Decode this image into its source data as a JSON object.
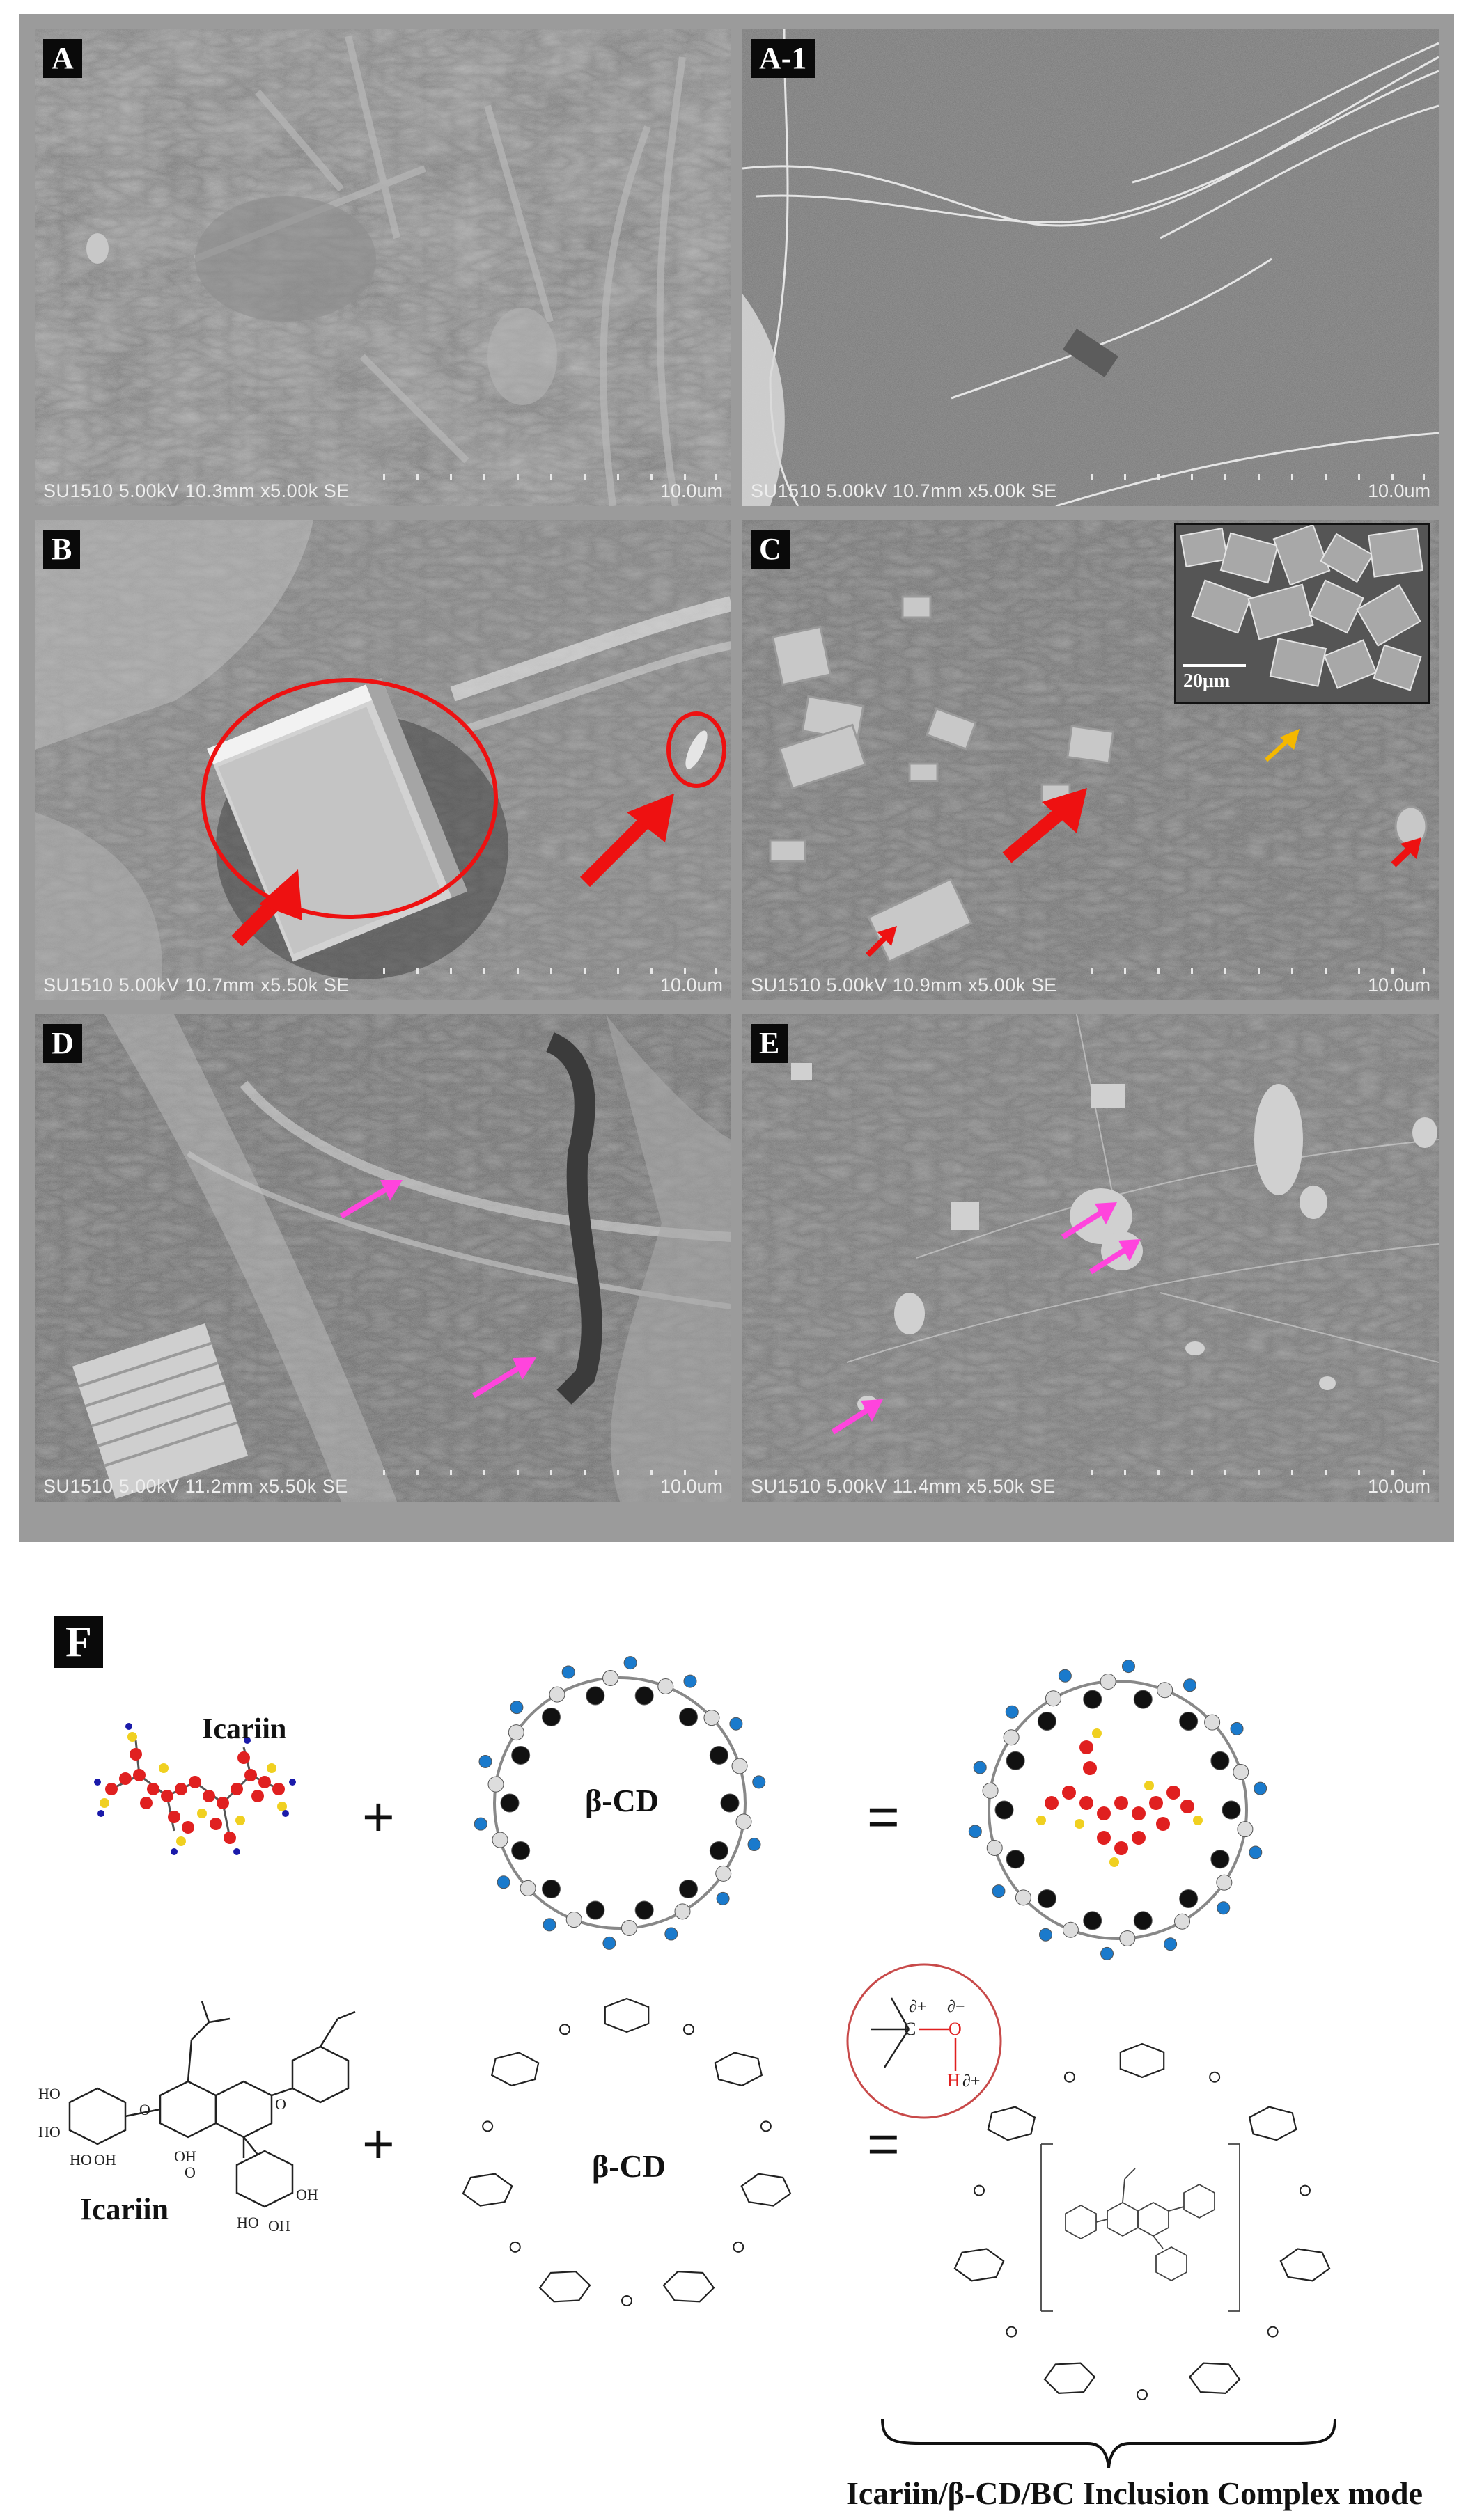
{
  "panels": {
    "A": {
      "label": "A",
      "caption": "SU1510 5.00kV 10.3mm x5.00k SE",
      "scale": "10.0um"
    },
    "A1": {
      "label": "A-1",
      "caption": "SU1510 5.00kV 10.7mm x5.00k SE",
      "scale": "10.0um"
    },
    "B": {
      "label": "B",
      "caption": "SU1510 5.00kV 10.7mm x5.50k SE",
      "scale": "10.0um"
    },
    "C": {
      "label": "C",
      "caption": "SU1510 5.00kV 10.9mm x5.00k SE",
      "scale": "10.0um",
      "inset_scale": "20μm"
    },
    "D": {
      "label": "D",
      "caption": "SU1510 5.00kV 11.2mm x5.50k SE",
      "scale": "10.0um"
    },
    "E": {
      "label": "E",
      "caption": "SU1510 5.00kV 11.4mm x5.50k SE",
      "scale": "10.0um"
    }
  },
  "panel_f": {
    "label": "F",
    "icariin_3d": "Icariin",
    "betacd_3d": "β-CD",
    "plus": "+",
    "equals": "=",
    "icariin_2d": "Icariin",
    "betacd_2d": "β-CD",
    "partial_charge": {
      "delta_plus_c": "∂+",
      "delta_minus_o": "∂−",
      "o": "O",
      "h": "H",
      "delta_plus_h": "∂+"
    },
    "brace_caption": "Icariin/β-CD/BC  Inclusion Complex mode"
  },
  "colors": {
    "sem_frame": "#9b9b9b",
    "red_arrow": "#ee1111",
    "magenta_arrow": "#ff44dd",
    "yellow_arrow": "#f5b800",
    "carbon_black": "#111111",
    "oxygen_red": "#e02020",
    "hydrogen_blue": "#1a7acc",
    "sulfur_yellow": "#f0d020"
  }
}
